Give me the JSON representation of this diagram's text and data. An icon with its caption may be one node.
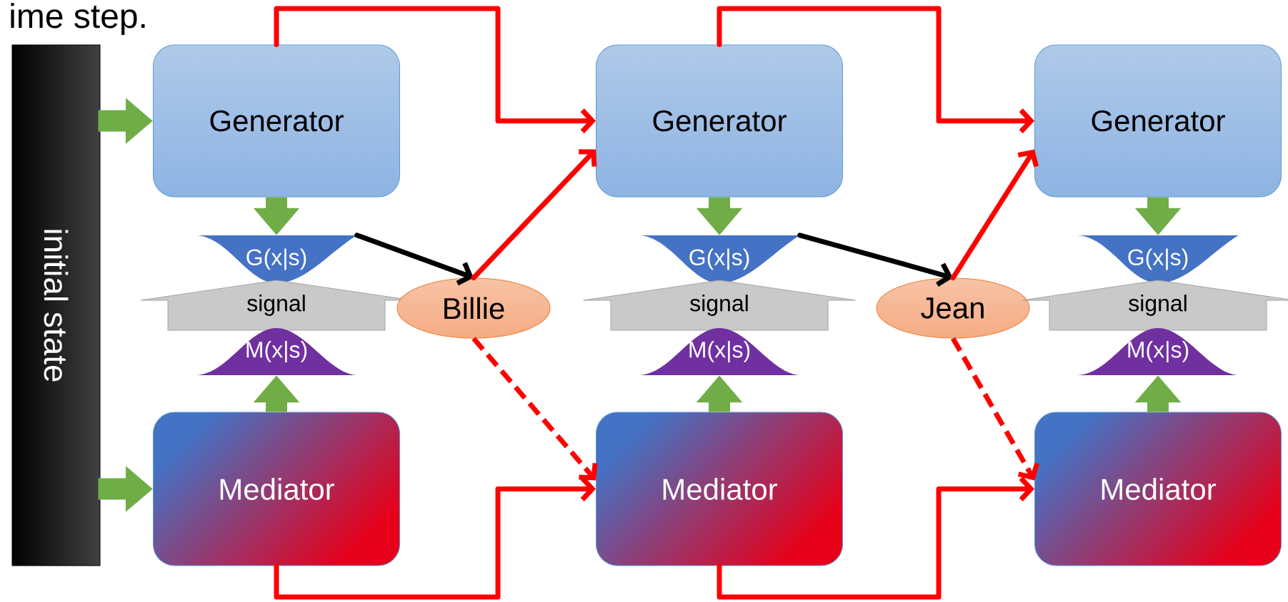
{
  "diagram": {
    "nodes": [
      {
        "text": [
          "initial state"
        ]
      },
      {
        "text": [
          "Generator"
        ]
      },
      {
        "text": [
          "G(x|s)"
        ]
      },
      {
        "text": [
          "signal"
        ]
      },
      {
        "text": [
          "M(x|s)"
        ]
      },
      {
        "text": [
          "Mediator"
        ]
      },
      {
        "text": [
          "Billie"
        ]
      },
      {
        "text": [
          "Generator"
        ]
      },
      {
        "text": [
          "G(x|s)"
        ]
      },
      {
        "text": [
          "signal"
        ]
      },
      {
        "text": [
          "M(x|s)"
        ]
      },
      {
        "text": [
          "Mediator"
        ]
      },
      {
        "text": [
          "Jean"
        ]
      },
      {
        "text": [
          "Generator"
        ]
      },
      {
        "text": [
          "G(x|s)"
        ]
      },
      {
        "text": [
          "signal"
        ]
      },
      {
        "text": [
          "M(x|s)"
        ]
      },
      {
        "text": [
          "Mediator"
        ]
      }
    ],
    "edges": [
      {
        "from": 0,
        "to": 1,
        "arrow": "to",
        "style": "thick",
        "color": "#70ad47"
      },
      {
        "from": 0,
        "to": 5,
        "arrow": "to",
        "style": "thick",
        "color": "#70ad47"
      },
      {
        "from": 1,
        "to": 2,
        "arrow": "to",
        "style": "thick",
        "color": "#70ad47"
      },
      {
        "from": 5,
        "to": 4,
        "arrow": "to",
        "style": "thick",
        "color": "#70ad47"
      },
      {
        "from": 2,
        "to": 6,
        "arrow": "to",
        "color": "#000000"
      },
      {
        "from": 1,
        "to": 7,
        "arrow": "to",
        "color": "#ff0000"
      },
      {
        "from": 6,
        "to": 7,
        "arrow": "to",
        "color": "#ff0000"
      },
      {
        "from": 6,
        "to": 11,
        "arrow": "to",
        "style": "dashed",
        "color": "#ff0000"
      },
      {
        "from": 5,
        "to": 11,
        "arrow": "to",
        "color": "#ff0000"
      },
      {
        "from": 7,
        "to": 8,
        "arrow": "to",
        "style": "thick",
        "color": "#70ad47"
      },
      {
        "from": 11,
        "to": 10,
        "arrow": "to",
        "style": "thick",
        "color": "#70ad47"
      },
      {
        "from": 8,
        "to": 12,
        "arrow": "to",
        "color": "#000000"
      },
      {
        "from": 7,
        "to": 13,
        "arrow": "to",
        "color": "#ff0000"
      },
      {
        "from": 12,
        "to": 13,
        "arrow": "to",
        "color": "#ff0000"
      },
      {
        "from": 12,
        "to": 17,
        "arrow": "to",
        "style": "dashed",
        "color": "#ff0000"
      },
      {
        "from": 11,
        "to": 17,
        "arrow": "to",
        "color": "#ff0000"
      },
      {
        "from": 13,
        "to": 14,
        "arrow": "to",
        "style": "thick",
        "color": "#70ad47"
      },
      {
        "from": 17,
        "to": 16,
        "arrow": "to",
        "style": "thick",
        "color": "#70ad47"
      }
    ],
    "labels": [
      "ime step."
    ]
  }
}
